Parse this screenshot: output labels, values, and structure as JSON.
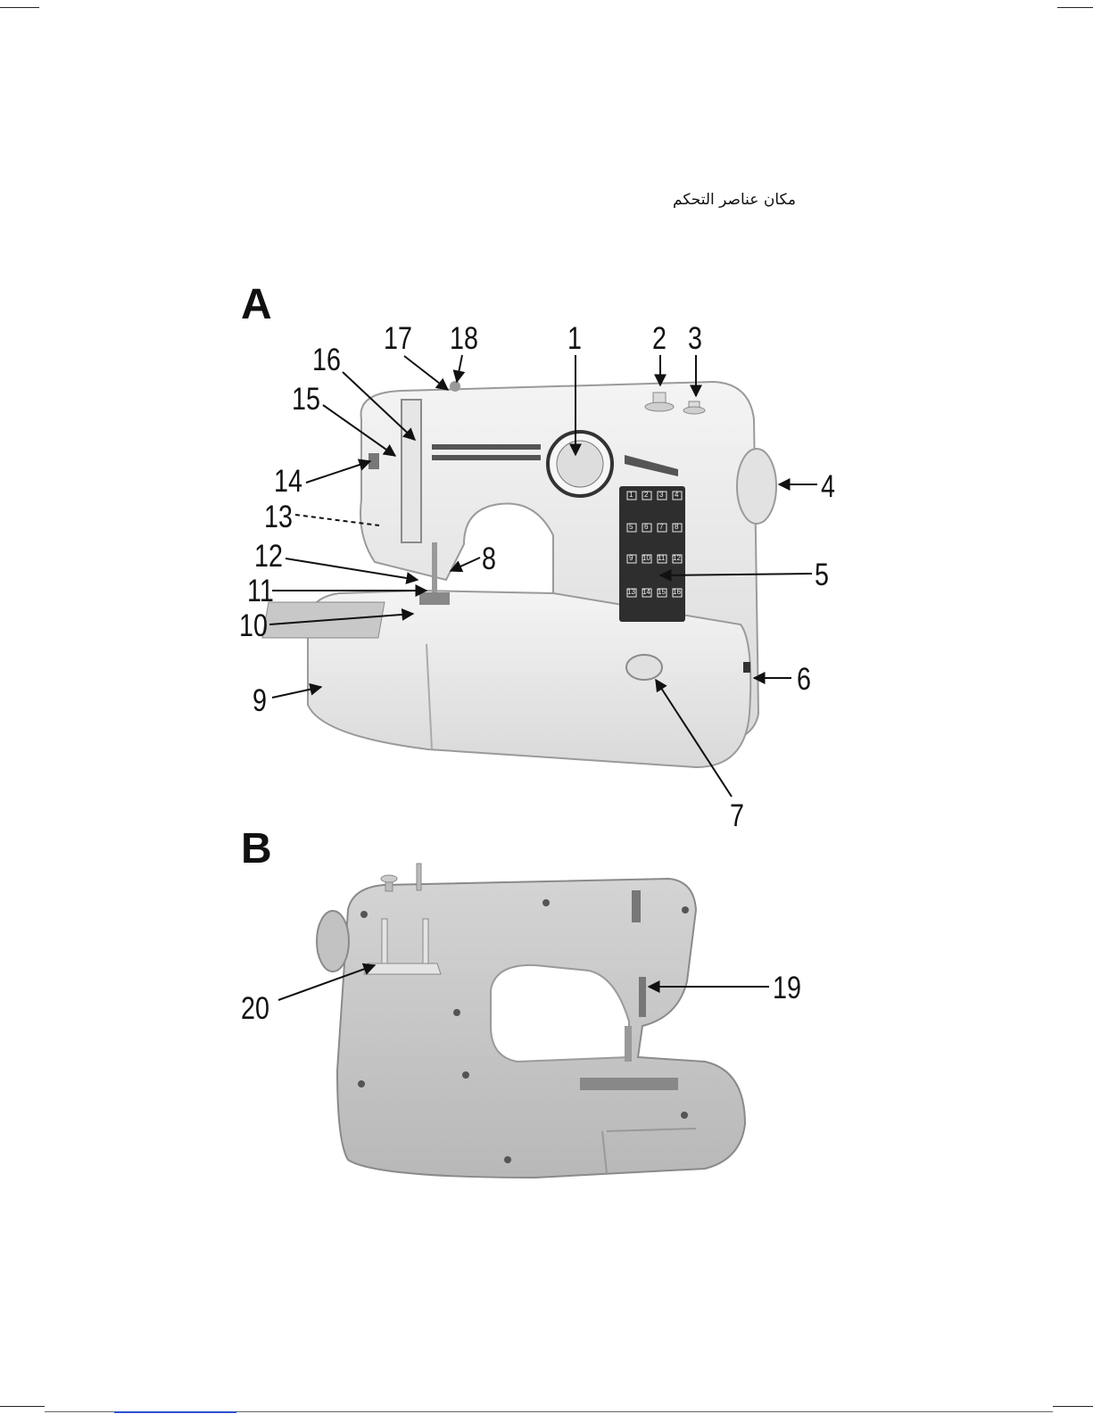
{
  "heading": "مكان عناصر التحكم",
  "figure_a": {
    "letter": "A",
    "callouts": [
      "1",
      "2",
      "3",
      "4",
      "5",
      "6",
      "7",
      "8",
      "9",
      "10",
      "11",
      "12",
      "13",
      "14",
      "15",
      "16",
      "17",
      "18"
    ],
    "stitch_panel_numbers": [
      "1",
      "2",
      "3",
      "4",
      "5",
      "6",
      "7",
      "8",
      "9",
      "10",
      "11",
      "12",
      "13",
      "14",
      "15",
      "16"
    ]
  },
  "figure_b": {
    "letter": "B",
    "callouts": [
      "19",
      "20"
    ]
  },
  "colors": {
    "machine_body": "#e9e9e9",
    "machine_shadow": "#bdbdbd",
    "machine_b": "#c9c9c9",
    "panel": "#2e2e2e",
    "link": "#2b4fd1"
  }
}
